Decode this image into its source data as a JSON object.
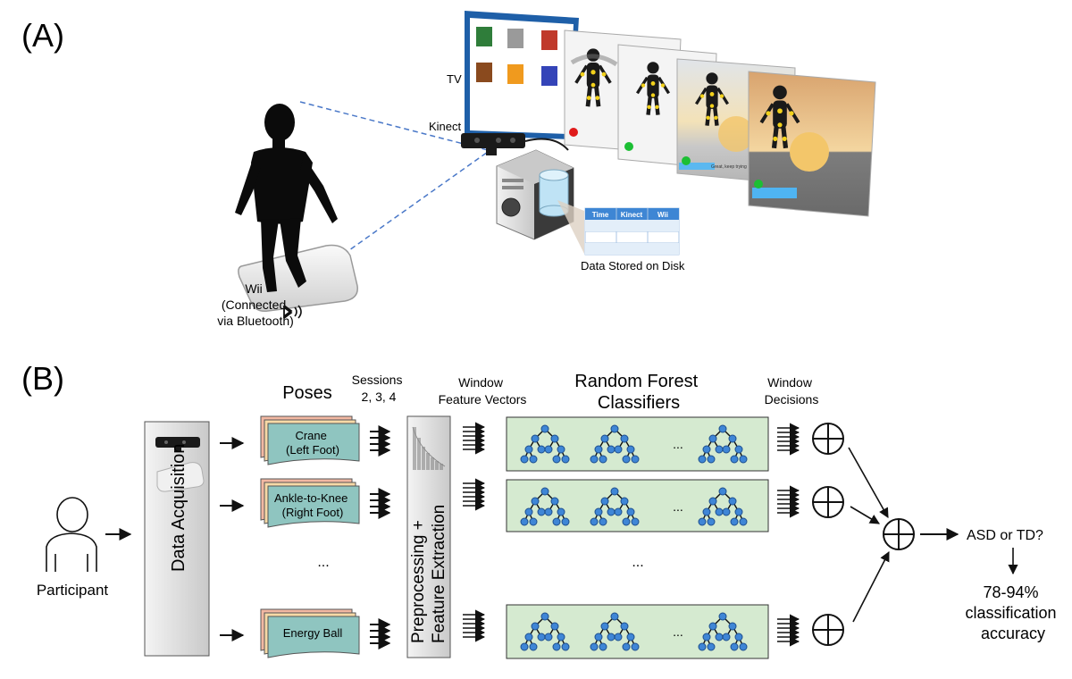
{
  "panel_a": {
    "label": "(A)",
    "tv_label": "TV",
    "kinect_label": "Kinect",
    "wii_label_lines": [
      "Wii",
      "(Connected",
      "via Bluetooth)"
    ],
    "bluetooth_icon": "bluetooth-icon",
    "storage_label": "Data Stored on Disk",
    "table_headers": [
      "Time",
      "Kinect",
      "Wii"
    ],
    "screen_caption": "Great, keep trying"
  },
  "panel_b": {
    "label": "(B)",
    "participant_label": "Participant",
    "acquisition_label": "Data Acquisition",
    "poses_heading": "Poses",
    "sessions_heading_lines": [
      "Sessions",
      "2, 3, 4"
    ],
    "window_features_heading_lines": [
      "Window",
      "Feature Vectors"
    ],
    "classifiers_heading_lines": [
      "Random Forest",
      "Classifiers"
    ],
    "window_decisions_heading_lines": [
      "Window",
      "Decisions"
    ],
    "preprocessing_label_lines": [
      "Preprocessing +",
      "Feature Extraction"
    ],
    "pose_cards": [
      {
        "lines": [
          "Crane",
          "(Left Foot)"
        ]
      },
      {
        "lines": [
          "Ankle-to-Knee",
          "(Right Foot)"
        ]
      },
      {
        "lines": [
          "Energy Ball"
        ]
      }
    ],
    "ellipsis": "...",
    "result_question": "ASD or TD?",
    "result_accuracy_lines": [
      "78-94%",
      "classification",
      "accuracy"
    ],
    "colors": {
      "card_front": "#8fc5c0",
      "card_mid": "#f7d9a6",
      "card_back": "#f2b8a2",
      "forest_box": "#d5ead0",
      "tree_node": "#3f86d6",
      "gray_box": "#d9d9d9"
    }
  }
}
